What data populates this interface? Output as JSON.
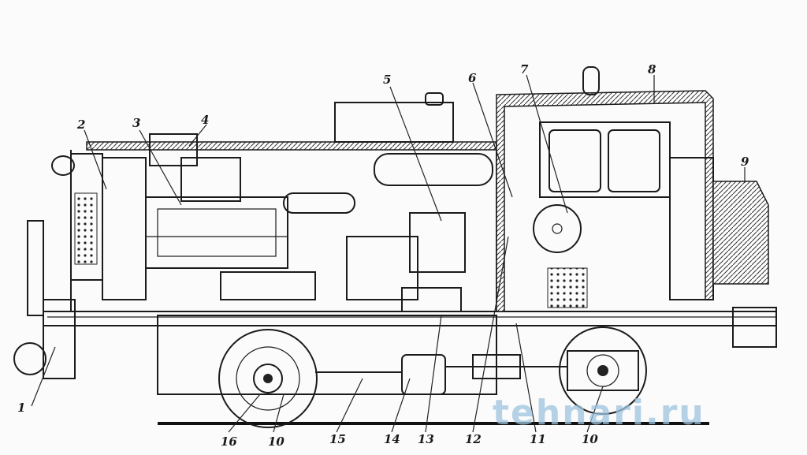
{
  "diagram": {
    "callouts": [
      "1",
      "2",
      "3",
      "4",
      "5",
      "6",
      "7",
      "8",
      "9",
      "10",
      "10",
      "11",
      "12",
      "13",
      "14",
      "15",
      "16"
    ],
    "watermark": "tehnari.ru"
  }
}
